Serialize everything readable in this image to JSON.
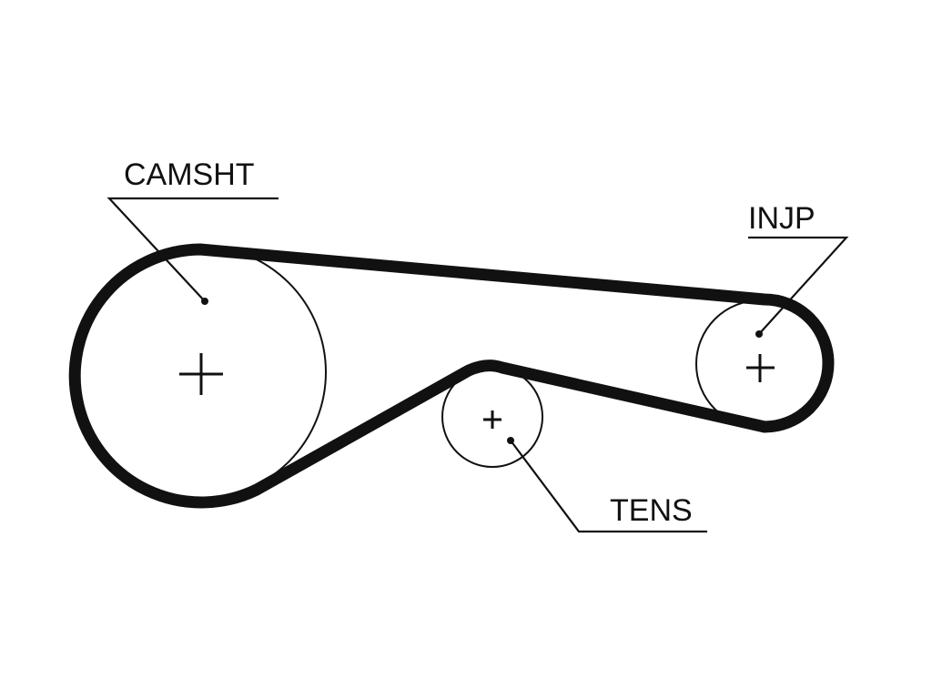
{
  "diagram": {
    "pulleys": [
      {
        "label": "CAMSHT"
      },
      {
        "label": "INJP"
      },
      {
        "label": "TENS"
      }
    ],
    "colors": {
      "line": "#111111",
      "background": "#ffffff"
    }
  }
}
